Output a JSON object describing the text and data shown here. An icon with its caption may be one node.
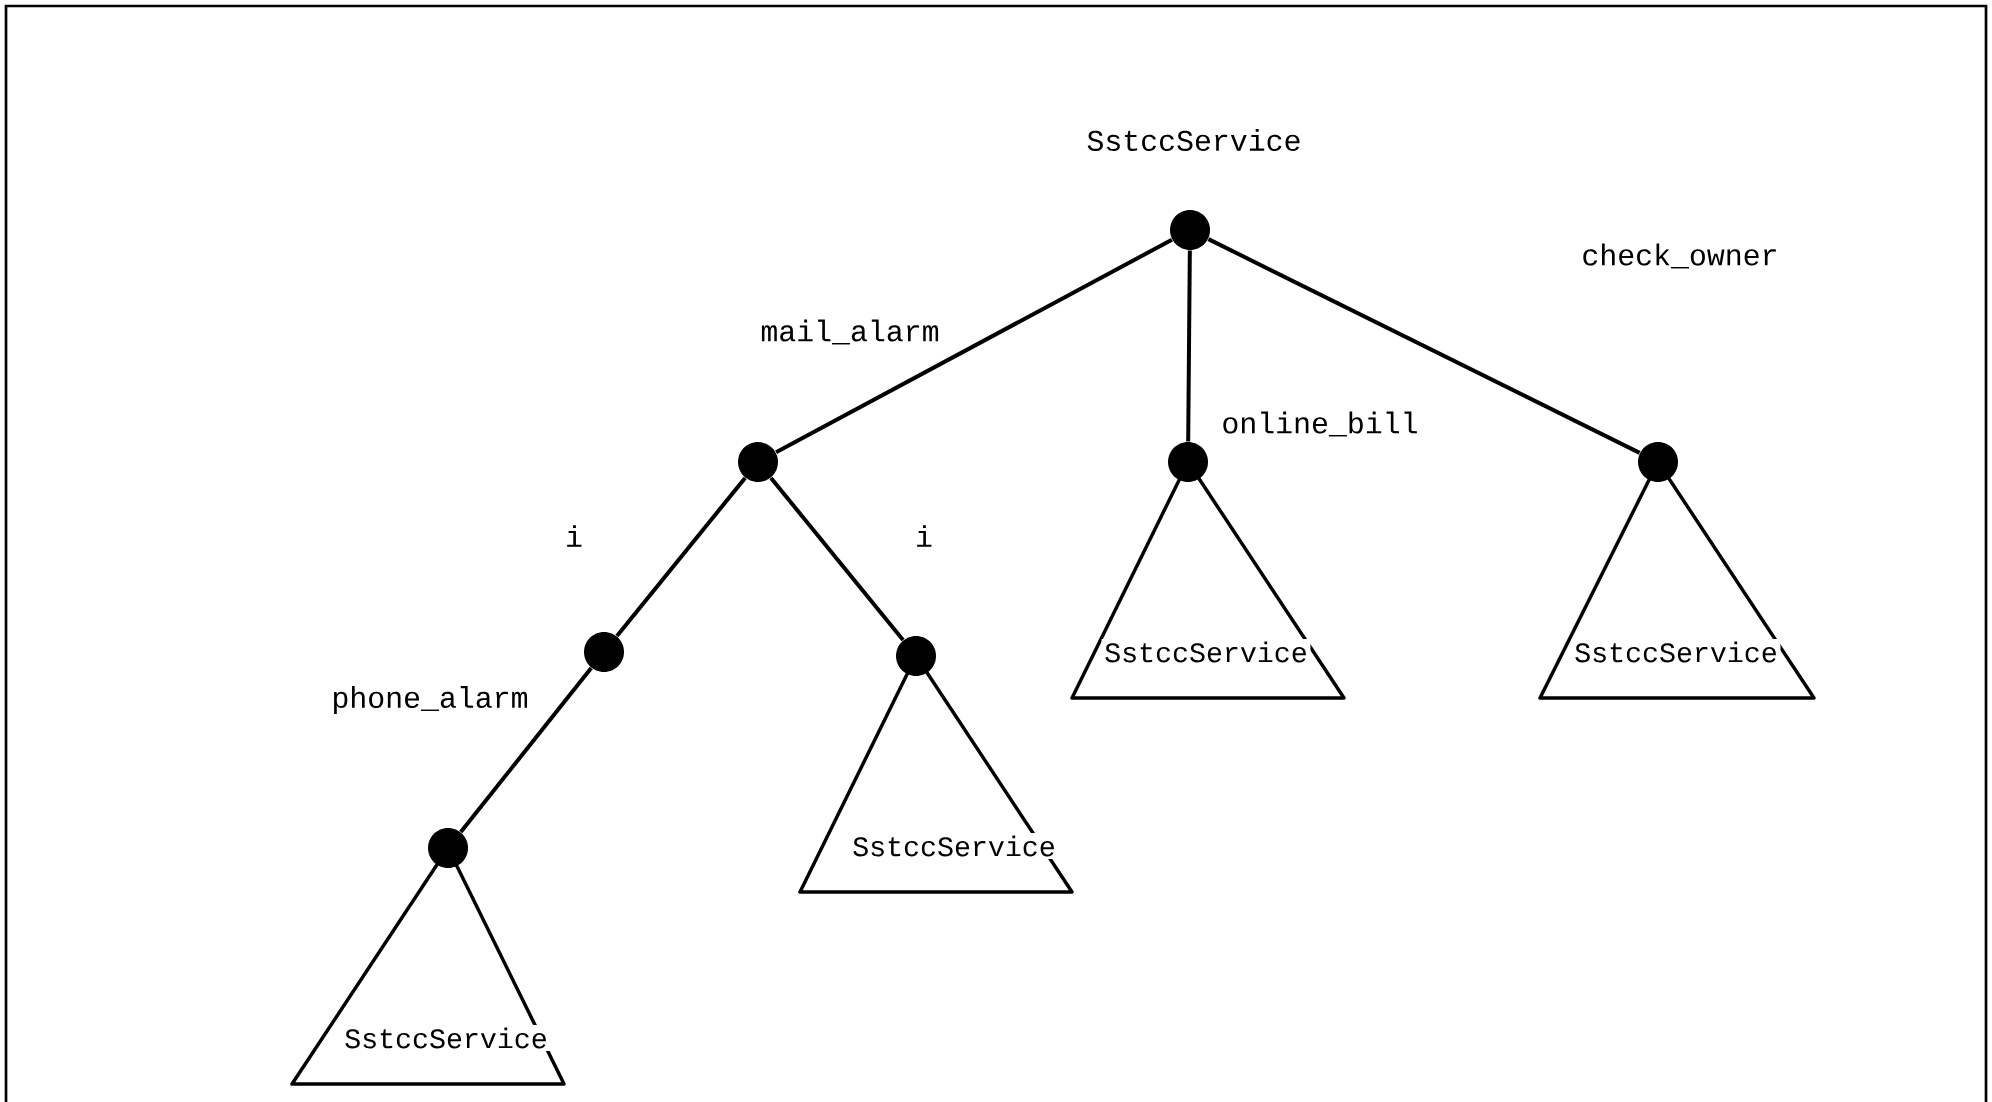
{
  "diagram": {
    "nodes": [
      {
        "text": [],
        "shape": "circle",
        "beside": [
          "SstccService"
        ]
      },
      {
        "text": [],
        "shape": "circle"
      },
      {
        "text": [],
        "shape": "circle"
      },
      {
        "text": [],
        "shape": "circle"
      },
      {
        "text": [
          "SstccService"
        ]
      },
      {
        "text": [
          "SstccService"
        ]
      },
      {
        "text": [],
        "shape": "circle"
      },
      {
        "text": [],
        "shape": "circle"
      },
      {
        "text": [
          "SstccService"
        ]
      },
      {
        "text": [],
        "shape": "circle"
      },
      {
        "text": [
          "SstccService"
        ]
      }
    ],
    "edges": [
      {
        "from": 0,
        "to": 1,
        "arrow": "none",
        "label": "mail_alarm"
      },
      {
        "from": 0,
        "to": 2,
        "arrow": "none",
        "label": "online_bill"
      },
      {
        "from": 0,
        "to": 3,
        "arrow": "none",
        "label": "check_owner"
      },
      {
        "from": 1,
        "to": 6,
        "arrow": "none",
        "label": "i"
      },
      {
        "from": 1,
        "to": 7,
        "arrow": "none",
        "label": "i"
      },
      {
        "from": 6,
        "to": 9,
        "arrow": "none",
        "label": "phone_alarm"
      }
    ]
  }
}
